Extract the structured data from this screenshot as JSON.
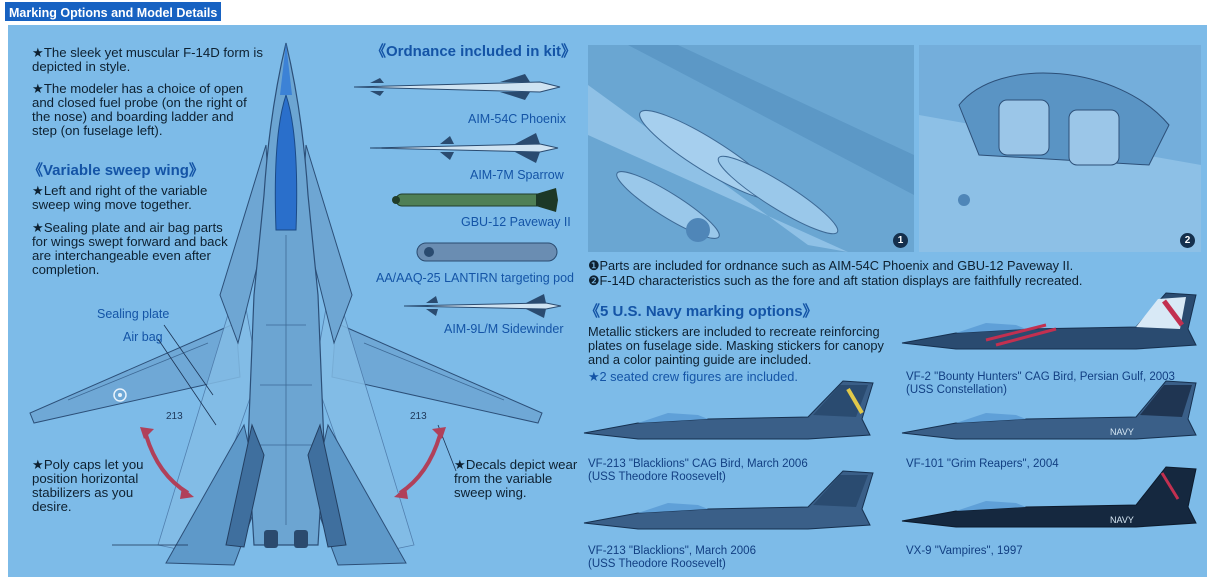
{
  "header": {
    "title": "Marking Options and Model Details"
  },
  "left_notes": {
    "form": "★The sleek yet muscular F-14D form is depicted in style.",
    "probe": "★The modeler has a choice of open and closed fuel probe (on the right of the nose) and boarding ladder and step (on fuselage left).",
    "sweep_heading": "《Variable sweep wing》",
    "sweep_move": "★Left and right of the variable sweep wing move together.",
    "sealing": "★Sealing plate and air bag parts for wings swept forward and back are interchangeable even after completion.",
    "sealing_plate_label": "Sealing plate",
    "air_bag_label": "Air bag",
    "poly_caps": "★Poly caps let you position horizontal stabilizers as you desire.",
    "decals": "★Decals depict wear from the variable sweep wing."
  },
  "ordnance": {
    "heading": "《Ordnance included in kit》",
    "items": [
      "AIM-54C Phoenix",
      "AIM-7M Sparrow",
      "GBU-12 Paveway II",
      "AA/AAQ-25 LANTIRN targeting pod",
      "AIM-9L/M Sidewinder"
    ]
  },
  "photos": {
    "photo1_badge": "1",
    "photo2_badge": "2",
    "caption1": "❶Parts are included for ordnance such as AIM-54C Phoenix and GBU-12 Paveway II.",
    "caption2": "❷F-14D characteristics such as the fore and aft station displays are faithfully recreated."
  },
  "markings": {
    "heading": "《5 U.S. Navy marking options》",
    "desc": "Metallic stickers are included to recreate reinforcing plates on fuselage side. Masking stickers for canopy and a color painting guide are included.",
    "crew": "★2 seated crew figures are included.",
    "options": [
      {
        "line1": "VF-2 \"Bounty Hunters\" CAG Bird, Persian Gulf, 2003",
        "line2": "(USS Constellation)"
      },
      {
        "line1": "VF-213 \"Blacklions\" CAG Bird, March 2006",
        "line2": "(USS Theodore Roosevelt)"
      },
      {
        "line1": "VF-101 \"Grim Reapers\", 2004",
        "line2": ""
      },
      {
        "line1": "VF-213 \"Blacklions\", March 2006",
        "line2": "(USS Theodore Roosevelt)"
      },
      {
        "line1": "VX-9 \"Vampires\", 1997",
        "line2": ""
      }
    ]
  },
  "colors": {
    "header_bg": "#1762c2",
    "panel_bg": "#7dbbe8",
    "heading_blue": "#1454a6",
    "arrow_red": "#b0405a"
  }
}
